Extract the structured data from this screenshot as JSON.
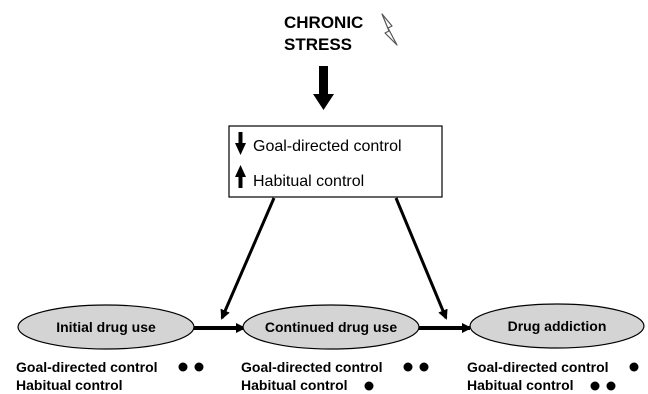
{
  "stress": {
    "line1": "CHRONIC",
    "line2": "STRESS",
    "icon": "lightning-bolt-icon"
  },
  "effect_box": {
    "goal_directed": {
      "label": "Goal-directed control",
      "direction": "down"
    },
    "habitual": {
      "label": "Habitual control",
      "direction": "up"
    }
  },
  "stages": [
    {
      "label": "Initial drug use",
      "goal_directed_dots": 2,
      "habitual_dots": 0
    },
    {
      "label": "Continued drug use",
      "goal_directed_dots": 2,
      "habitual_dots": 1
    },
    {
      "label": "Drug addiction",
      "goal_directed_dots": 1,
      "habitual_dots": 2
    }
  ],
  "legend_labels": {
    "goal_directed": "Goal-directed control",
    "habitual": "Habitual control"
  },
  "colors": {
    "ellipse_fill": "#d4d4d4",
    "stroke": "#000000",
    "background": "#ffffff"
  }
}
